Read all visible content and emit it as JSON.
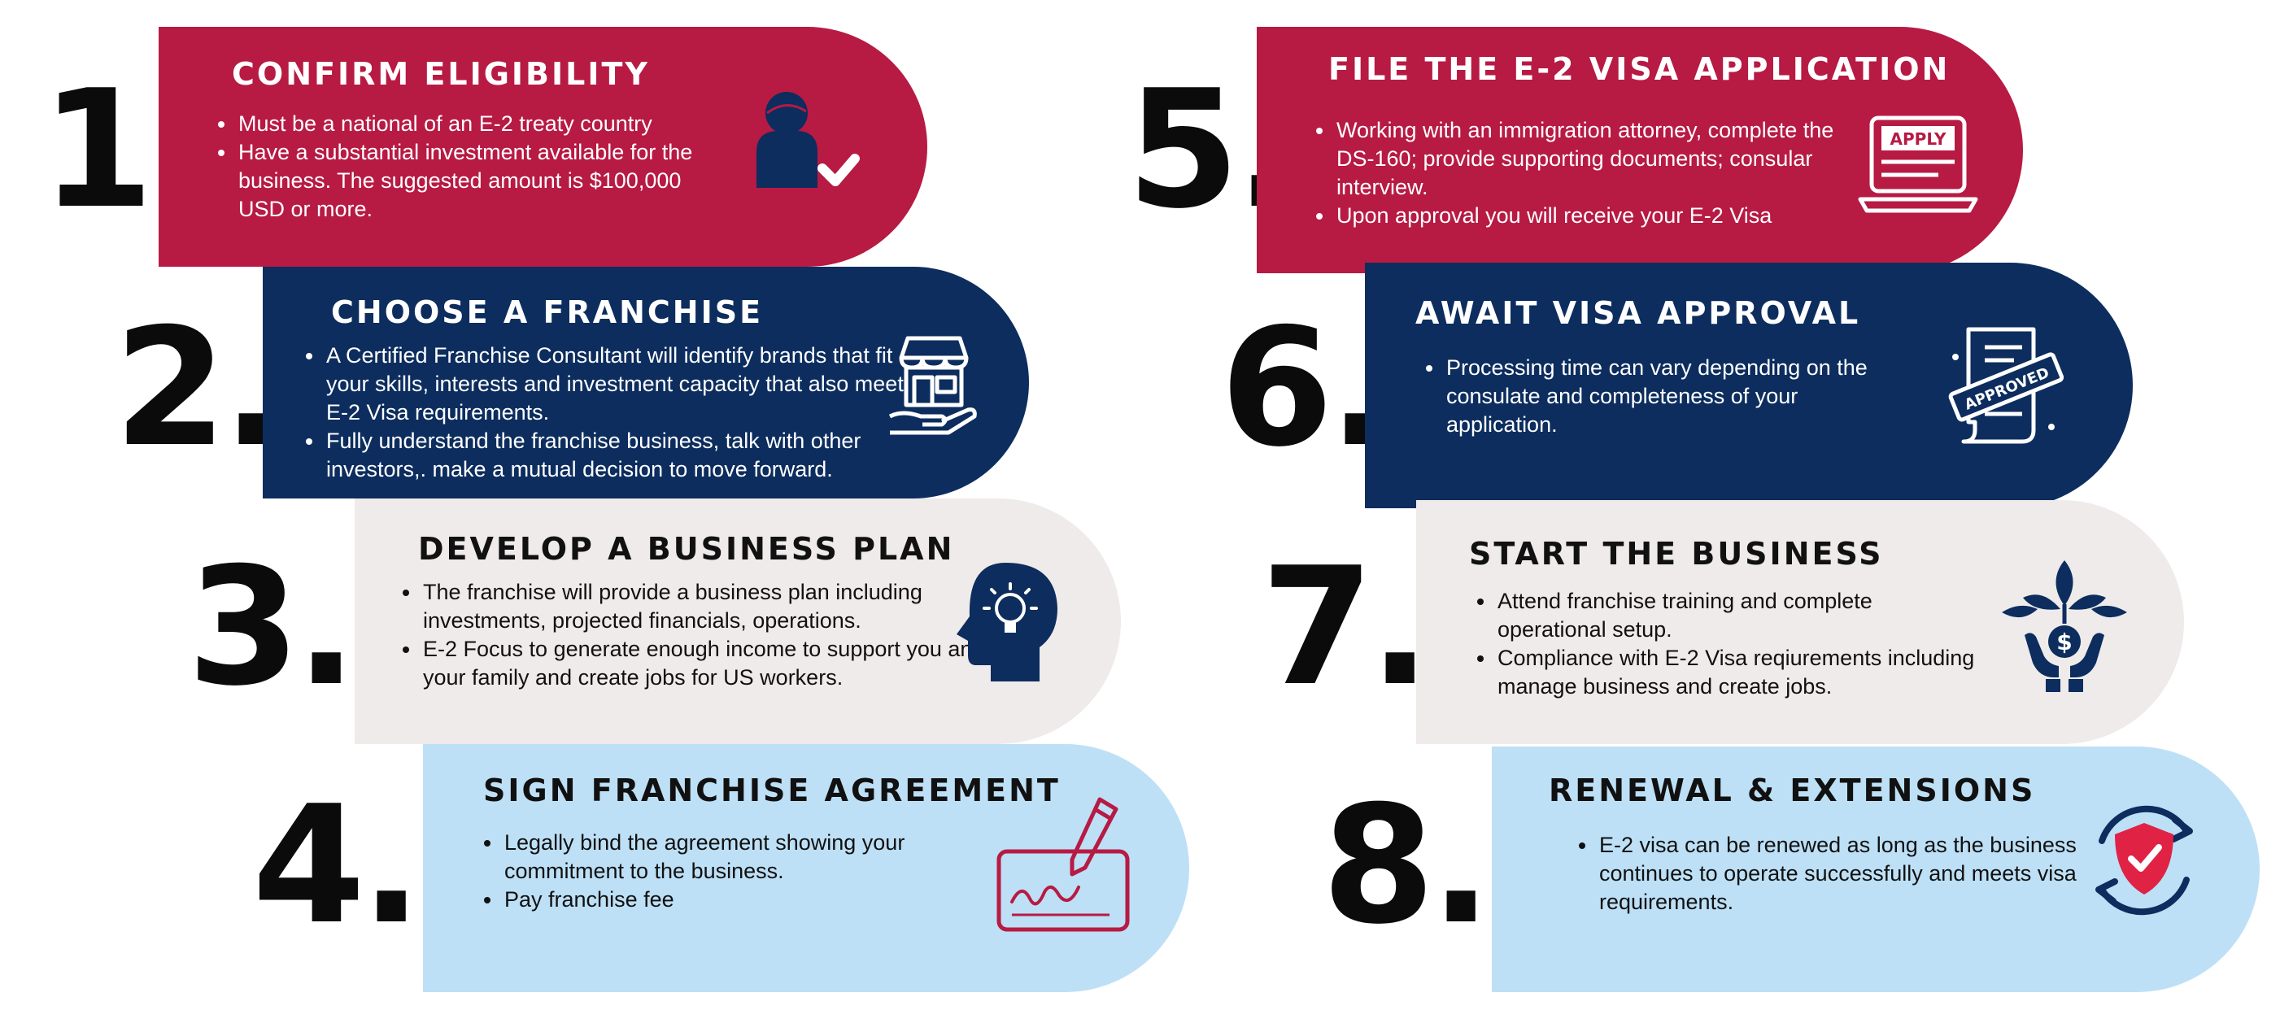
{
  "steps": [
    {
      "number": "1.",
      "title": "CONFIRM ELIGIBILITY",
      "bullets": [
        "Must be a national of an E-2 treaty country",
        "Have a substantial investment available for the business. The suggested amount is $100,000 USD or more."
      ],
      "icon": "person-check-icon"
    },
    {
      "number": "2.",
      "title": "CHOOSE A FRANCHISE",
      "bullets": [
        "A Certified Franchise Consultant will identify brands that fit your skills, interests and investment capacity that also meet E-2 Visa requirements.",
        "Fully understand the franchise business, talk with other investors,. make a mutual decision to move forward."
      ],
      "icon": "storefront-hand-icon"
    },
    {
      "number": "3.",
      "title": "DEVELOP A BUSINESS PLAN",
      "bullets": [
        "The franchise will provide a business plan including investments, projected financials, operations.",
        "E-2 Focus to generate enough income to support you and your family and create jobs for US workers."
      ],
      "icon": "head-lightbulb-icon"
    },
    {
      "number": "4.",
      "title": "SIGN FRANCHISE AGREEMENT",
      "bullets": [
        "Legally bind the agreement showing your commitment to the business.",
        "Pay franchise fee"
      ],
      "icon": "pen-signature-icon"
    },
    {
      "number": "5.",
      "title": "FILE THE E-2 VISA APPLICATION",
      "bullets": [
        "Working with an immigration attorney, complete the DS-160; provide supporting documents; consular interview.",
        "Upon approval you will receive your E-2 Visa"
      ],
      "icon": "laptop-apply-icon",
      "icon_text": "APPLY"
    },
    {
      "number": "6.",
      "title": "AWAIT VISA APPROVAL",
      "bullets": [
        "Processing time can vary depending on the consulate and completeness of your application."
      ],
      "icon": "approved-document-icon",
      "icon_text": "APPROVED"
    },
    {
      "number": "7.",
      "title": "START THE BUSINESS",
      "bullets": [
        "Attend franchise training and complete operational setup.",
        "Compliance with E-2 Visa reqiurements including manage business and create jobs."
      ],
      "icon": "plant-money-hands-icon"
    },
    {
      "number": "8.",
      "title": "RENEWAL & EXTENSIONS",
      "bullets": [
        "E-2 visa can be renewed as long as the business continues to operate successfully and meets visa requirements."
      ],
      "icon": "shield-renew-icon"
    }
  ],
  "colors": {
    "red": "#b71a43",
    "navy": "#0c2d5e",
    "light_grey": "#efebea",
    "light_blue": "#bde0f6",
    "number_black": "#0b0b0b"
  }
}
